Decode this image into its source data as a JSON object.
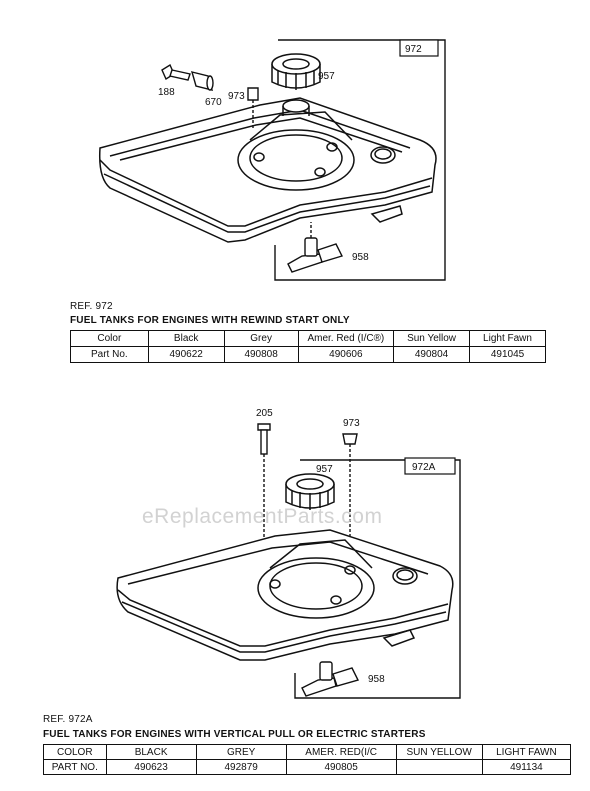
{
  "diagram1": {
    "box_label": "972",
    "callouts": [
      "188",
      "670",
      "973",
      "957",
      "958"
    ]
  },
  "section1": {
    "ref": "REF. 972",
    "title": "FUEL TANKS FOR ENGINES WITH REWIND START ONLY",
    "rows": [
      [
        "Color",
        "Black",
        "Grey",
        "Amer. Red (I/C®)",
        "Sun Yellow",
        "Light Fawn"
      ],
      [
        "Part No.",
        "490622",
        "490808",
        "490606",
        "490804",
        "491045"
      ]
    ]
  },
  "watermark": "eReplacementParts.com",
  "diagram2": {
    "box_label": "972A",
    "callouts": [
      "205",
      "973",
      "957",
      "958"
    ]
  },
  "section2": {
    "ref": "REF. 972A",
    "title": "FUEL TANKS FOR ENGINES WITH VERTICAL PULL OR ELECTRIC STARTERS",
    "rows": [
      [
        "COLOR",
        "BLACK",
        "GREY",
        "AMER. RED(I/C",
        "SUN YELLOW",
        "LIGHT FAWN"
      ],
      [
        "PART NO.",
        "490623",
        "492879",
        "490805",
        "",
        "491134"
      ]
    ]
  }
}
